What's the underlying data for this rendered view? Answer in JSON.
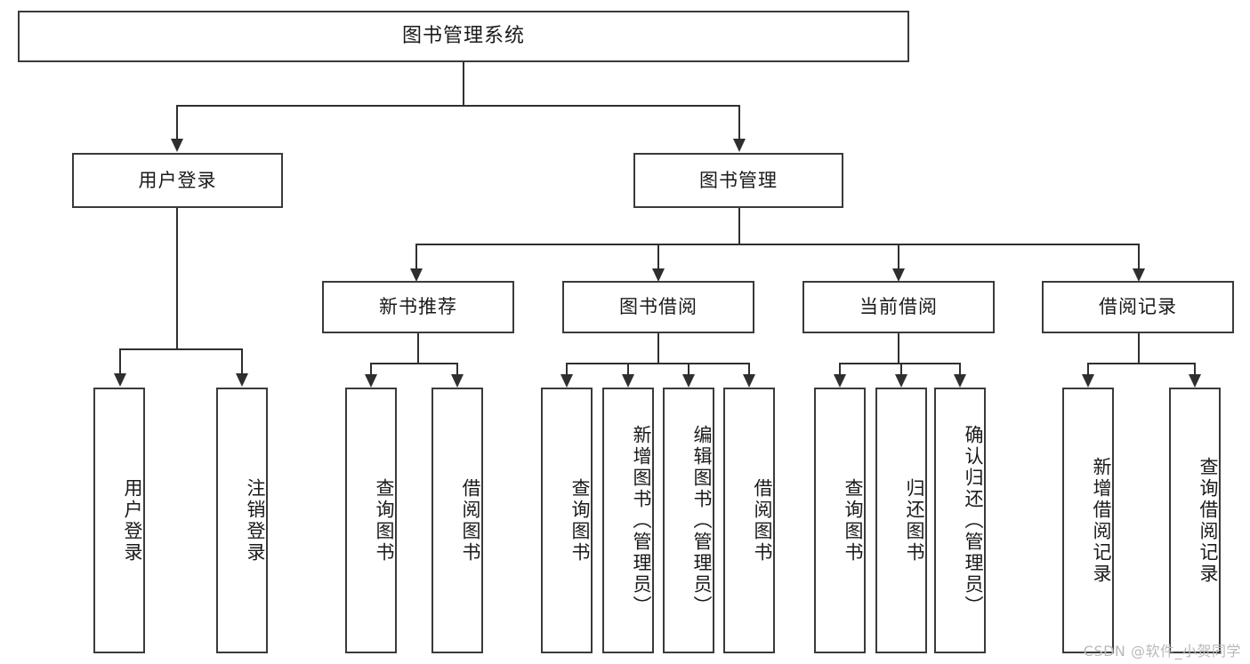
{
  "diagram": {
    "title": "图书管理系统",
    "watermark": "CSDN @软件_小贺同学",
    "level2": {
      "user_login": "用户登录",
      "book_manage": "图书管理"
    },
    "level3": {
      "new_book_recommend": "新书推荐",
      "book_borrow": "图书借阅",
      "current_borrow": "当前借阅",
      "borrow_record": "借阅记录"
    },
    "leaves": {
      "user_login": [
        "用户登录",
        "注销登录"
      ],
      "new_book_recommend": [
        "查询图书",
        "借阅图书"
      ],
      "book_borrow": [
        "查询图书",
        "新增图书（管理员）",
        "编辑图书（管理员）",
        "借阅图书"
      ],
      "current_borrow": [
        "查询图书",
        "归还图书",
        "确认归还（管理员）"
      ],
      "borrow_record": [
        "新增借阅记录",
        "查询借阅记录"
      ]
    }
  },
  "colors": {
    "border": "#3a3a3a",
    "line": "#2f2f2f",
    "text": "#1a1a1a",
    "background": "#ffffff",
    "watermark": "#b9b9b9"
  }
}
